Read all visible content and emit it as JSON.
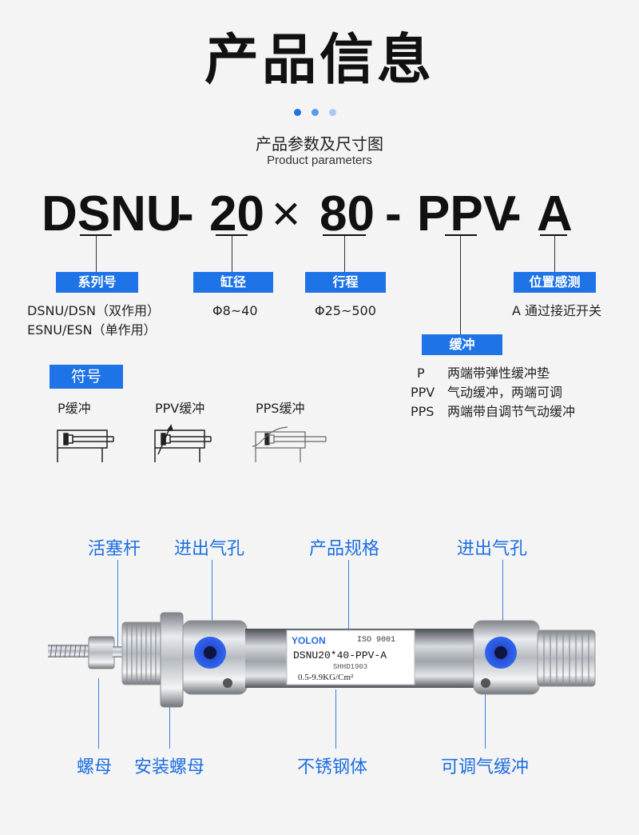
{
  "header": {
    "title": "产品信息",
    "subtitle": "产品参数及尺寸图",
    "subtitle_en": "Product parameters"
  },
  "dot_colors": [
    "#1e73e6",
    "#5a9af0",
    "#a8c8f5"
  ],
  "model_code": {
    "parts": [
      "DSNU",
      "-",
      "20",
      "×",
      "80",
      "-",
      "PPV",
      "-",
      "A"
    ]
  },
  "params": {
    "series": {
      "label": "系列号",
      "values": [
        "DSNU/DSN（双作用）",
        "ESNU/ESN（单作用）"
      ]
    },
    "bore": {
      "label": "缸径",
      "value": "Φ8~40"
    },
    "stroke": {
      "label": "行程",
      "value": "Φ25~500"
    },
    "cushion": {
      "label": "缓冲",
      "rows": [
        {
          "code": "P",
          "text": "两端带弹性缓冲垫"
        },
        {
          "code": "PPV",
          "text": "气动缓冲，两端可调"
        },
        {
          "code": "PPS",
          "text": "两端带自调节气动缓冲"
        }
      ]
    },
    "position": {
      "label": "位置感测",
      "value": "A  通过接近开关"
    }
  },
  "symbols": {
    "title": "符号",
    "items": [
      {
        "label": "P缓冲",
        "icon": "p-cushion-symbol-icon"
      },
      {
        "label": "PPV缓冲",
        "icon": "ppv-cushion-symbol-icon"
      },
      {
        "label": "PPS缓冲",
        "icon": "pps-cushion-symbol-icon"
      }
    ]
  },
  "product": {
    "brand": "YOLON",
    "iso": "ISO 9001",
    "model_print": "DSNU20*40-PPV-A",
    "serial": "SHHD1903",
    "pressure": "0.5-9.9KG/Cm²"
  },
  "callouts": {
    "top": [
      "活塞杆",
      "进出气孔",
      "产品规格",
      "进出气孔"
    ],
    "bottom": [
      "螺母",
      "安装螺母",
      "不锈钢体",
      "可调气缓冲"
    ]
  },
  "colors": {
    "accent": "#1e73e6",
    "callout": "#1e6fe0"
  }
}
